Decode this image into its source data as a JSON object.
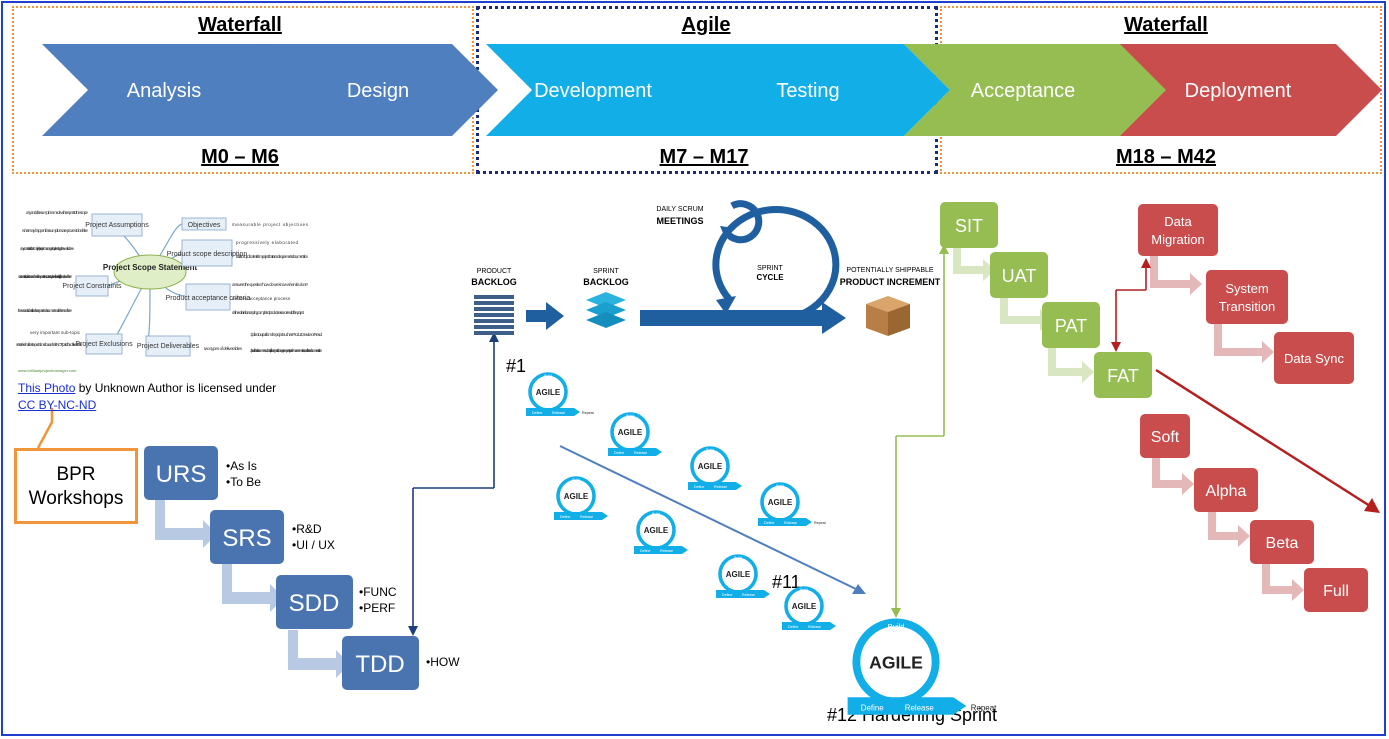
{
  "phases": [
    {
      "title": "Waterfall",
      "milestone": "M0 – M6"
    },
    {
      "title": "Agile",
      "milestone": "M7 – M17"
    },
    {
      "title": "Waterfall",
      "milestone": "M18 – M42"
    }
  ],
  "chevrons": [
    "Analysis",
    "Design",
    "Development",
    "Testing",
    "Acceptance",
    "Deployment"
  ],
  "colors": {
    "blue": "#4f7fbf",
    "cyan": "#12aee8",
    "green": "#96bd52",
    "red": "#c94d4d",
    "docblue": "#4a74b0"
  },
  "mindmap": {
    "center": "Project Scope Statement",
    "nodes": [
      "Project Assumptions",
      "Project Constraints",
      "Project Exclusions",
      "Objectives",
      "Product scope description",
      "Product acceptance criteria",
      "Project Deliverables"
    ],
    "notes": [
      "any and all assumptions made with respect to the scope",
      "what may happen if assumptions are proven to be false",
      "any constraints that may limit project manager's options to get the work done",
      "cost constraints, milestone or schedule expectations, contractual penalties are all explicitly mentioned here",
      "these can also be listed in a separate document and referenced here",
      "very important sub-topic",
      "sets stakeholders' expectations about what is NOT part of the deliverables",
      "measurable project objectives",
      "progressively elaborated",
      "builds on top of contents from project charter and requirements documentation",
      "answers the question 'how do we know when it is done'",
      "defines acceptance process",
      "defines criteria for accepting completed product, service or result of the project",
      "two types of deliverables",
      "1) direct output from the project such as Product, Service or Result",
      "2) additional outcomes such as all plans, reports, change requests, performance metrics, and other documentation"
    ],
    "footer": "www.brilliantprojectmanager.com"
  },
  "credit": {
    "link1": "This Photo",
    "mid": " by Unknown Author is licensed under ",
    "link2": "CC BY-NC-ND"
  },
  "bpr": "BPR Workshops",
  "docs": [
    {
      "label": "URS",
      "bullets": [
        "•As Is",
        "•To Be"
      ]
    },
    {
      "label": "SRS",
      "bullets": [
        "•R&D",
        "•UI / UX"
      ]
    },
    {
      "label": "SDD",
      "bullets": [
        "•FUNC",
        "•PERF"
      ]
    },
    {
      "label": "TDD",
      "bullets": [
        "•HOW"
      ]
    }
  ],
  "scrum": {
    "product_backlog": [
      "PRODUCT",
      "BACKLOG"
    ],
    "sprint_backlog": [
      "SPRINT",
      "BACKLOG"
    ],
    "daily": [
      "DAILY SCRUM",
      "MEETINGS"
    ],
    "cycle": [
      "SPRINT",
      "CYCLE"
    ],
    "increment": [
      "POTENTIALLY SHIPPABLE",
      "PRODUCT INCREMENT"
    ]
  },
  "sprints": {
    "first": "#1",
    "eleventh": "#11",
    "hardening": "#12 Hardening Sprint",
    "agile": "AGILE",
    "build": "Build",
    "define": "Define",
    "release": "Release",
    "repeat": "Repeat"
  },
  "acceptance_steps": [
    "SIT",
    "UAT",
    "PAT",
    "FAT"
  ],
  "deployment_steps": [
    "Data Migration",
    "System Transition",
    "Data Sync"
  ],
  "release_steps": [
    "Soft",
    "Alpha",
    "Beta",
    "Full"
  ]
}
